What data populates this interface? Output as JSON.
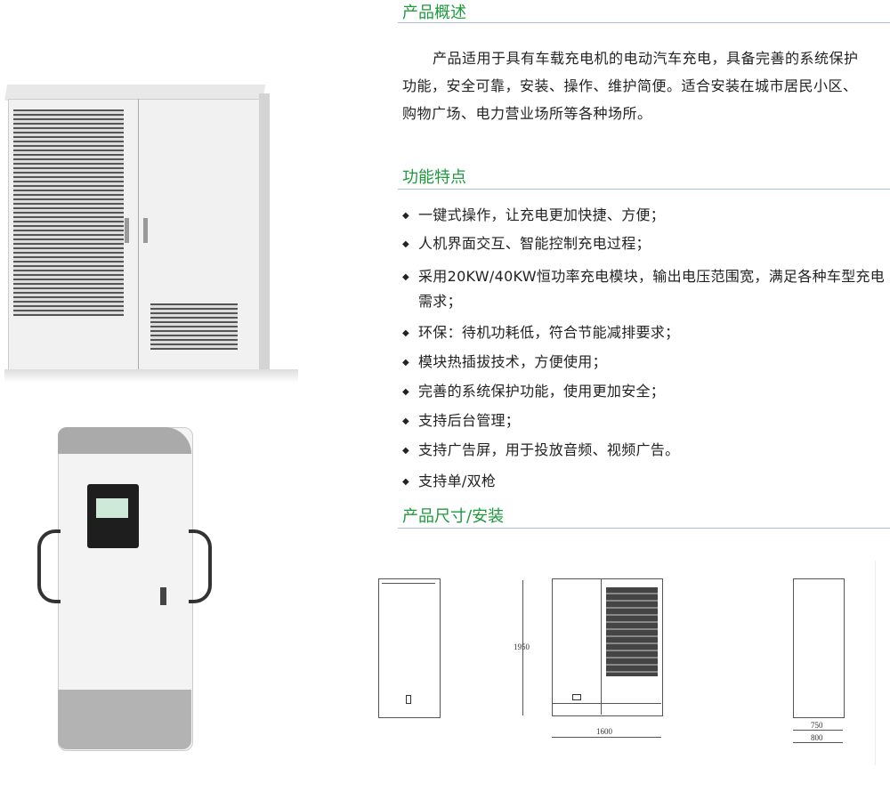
{
  "sections": {
    "overview": {
      "title": "产品概述",
      "text": "产品适用于具有车载充电机的电动汽车充电，具备完善的系统保护功能，安全可靠，安装、操作、维护简便。适合安装在城市居民小区、购物广场、电力营业场所等各种场所。"
    },
    "features": {
      "title": "功能特点",
      "items": [
        "一键式操作，让充电更加快捷、方便；",
        "人机界面交互、智能控制充电过程；",
        "采用20KW/40KW恒功率充电模块，输出电压范围宽，满足各种车型充电需求；",
        "环保：待机功耗低，符合节能减排要求；",
        "模块热插拔技术，方便使用；",
        "完善的系统保护功能，使用更加安全；",
        "支持后台管理；",
        "支持广告屏，用于投放音频、视频广告。",
        "支持单/双枪"
      ]
    },
    "dimensions": {
      "title": "产品尺寸/安装",
      "height": "1950",
      "width": "1600",
      "depth_inner": "750",
      "depth_outer": "800"
    }
  },
  "colors": {
    "heading": "#1c9a3c",
    "rule": "#a9bfe6"
  }
}
